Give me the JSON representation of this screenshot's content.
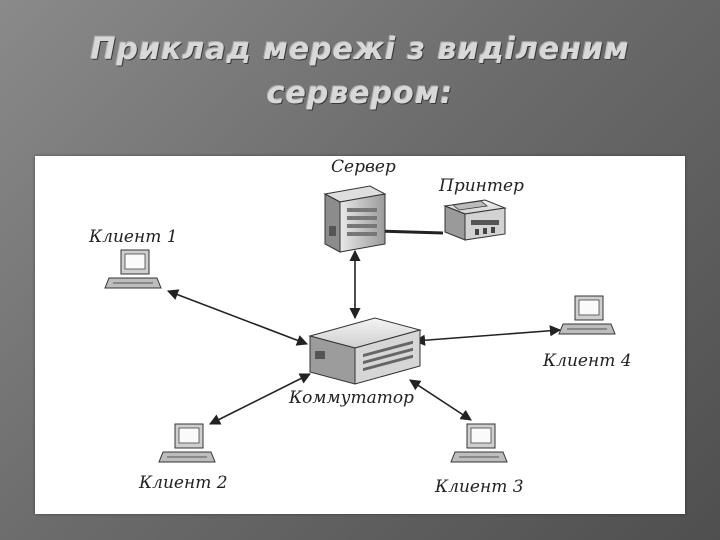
{
  "slide": {
    "title_line1": "Приклад мережі з виділеним",
    "title_line2": "сервером:"
  },
  "diagram": {
    "server_label": "Сервер",
    "printer_label": "Принтер",
    "switch_label": "Коммутатор",
    "client1_label": "Клиент 1",
    "client2_label": "Клиент 2",
    "client3_label": "Клиент 3",
    "client4_label": "Клиент 4"
  },
  "colors": {
    "background": "#6c6c6c",
    "title": "#d8d8d8",
    "panel": "#ffffff",
    "line": "#222222"
  }
}
